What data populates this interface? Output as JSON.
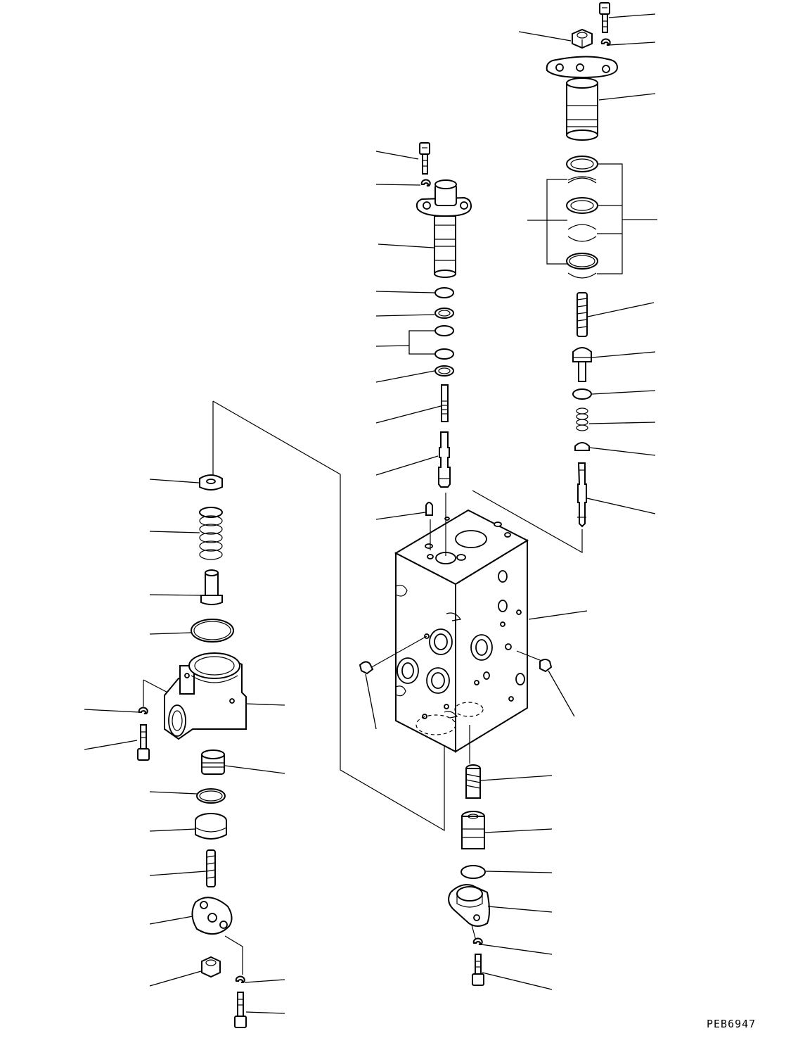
{
  "drawing": {
    "code": "PEB6947",
    "icons": {
      "valve_body": "valve-body-block",
      "spool": "spool",
      "spring": "coil-spring",
      "o_ring": "o-ring",
      "bolt": "bolt",
      "washer": "washer",
      "cover": "flange-cover"
    }
  }
}
